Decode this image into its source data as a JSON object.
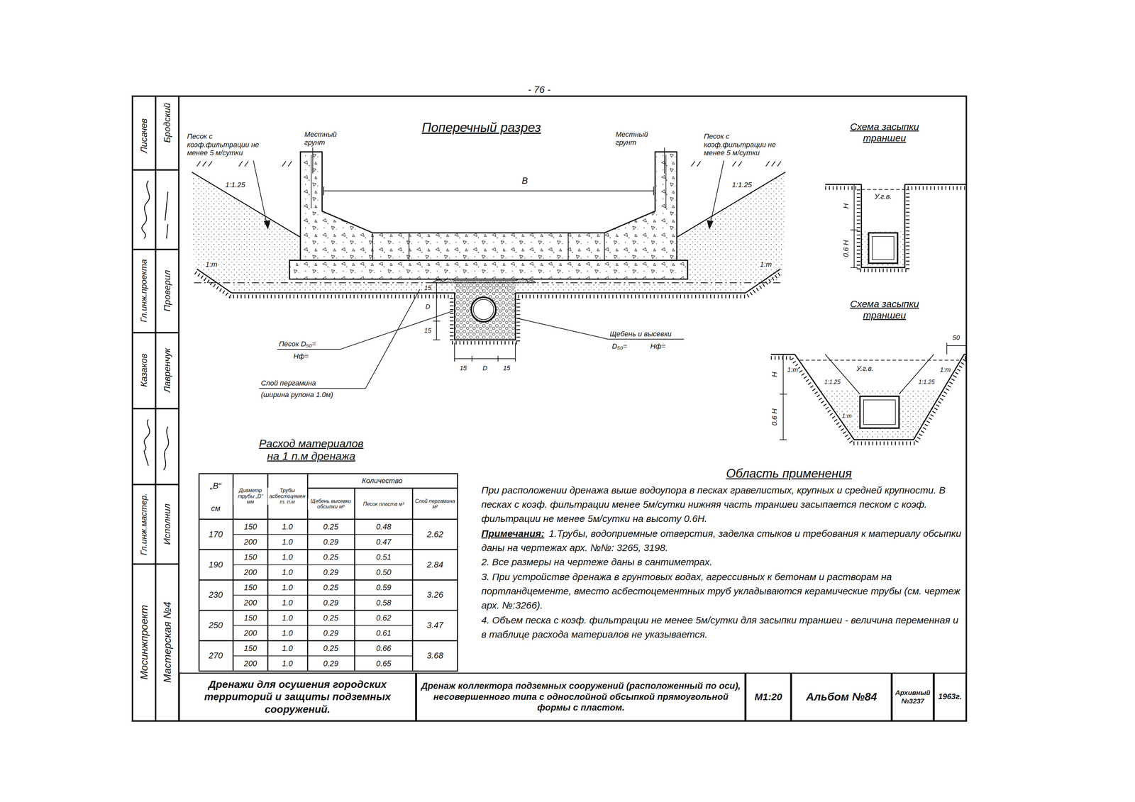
{
  "diagram": {
    "nodes": [
      {
        "text": [
          "Дренажи для осушения городских территорий и защиты подземных сооружений."
        ]
      },
      {
        "text": [
          "Дренаж коллектора подземных сооружений (расположенный по оси), несовершенного типа с однослойной обсыпкой прямоугольной формы с пластом."
        ]
      },
      {
        "text": [
          "М1:20"
        ]
      },
      {
        "text": [
          "Альбом №84"
        ]
      },
      {
        "text": [
          "Архивный №3237"
        ]
      },
      {
        "text": [
          "1963г."
        ]
      }
    ],
    "labels": [
      "- 76 -",
      "Лисачев",
      "Бродский",
      "Гл.инж.проекта",
      "Проверил",
      "Казаков",
      "Лавренчук",
      "Гл.инж.мастер.",
      "Исполнил",
      "Мосинжпроект",
      "Мастерская №4",
      "Поперечный разрез",
      "Песок с коэф.фильтрации не менее 5 м/сутки",
      "Местный грунт",
      "Местный грунт",
      "Песок с коэф.фильтрации не менее 5 м/сутки",
      "1:1.25",
      "1:1.25",
      "В",
      "1:m",
      "1:m",
      "15",
      "D",
      "15",
      "15",
      "D",
      "15",
      "Песок D₅₀=",
      "Нф=",
      "Щебень и высевки",
      "D₅₀=",
      "Нф=",
      "Слой пергамина",
      "(ширина рулона 1.0м)",
      "Схема засыпки траншеи",
      "У.г.в.",
      "Н",
      "0.6 Н",
      "Схема засыпки траншеи",
      "50",
      "У.г.в.",
      "1:m",
      "1:1.25",
      "1:m",
      "1:1.25",
      "1:m",
      "Н",
      "0.6 Н",
      "Расход материалов на 1 п.м дренажа",
      "„В“",
      "см",
      "Диаметр трубы „D“ мм",
      "Трубы асбестоцемент. п.м",
      "Количество",
      "Щебень высевки обсыпки м³",
      "Песок пласта м³",
      "Слой пергамина м²",
      "170",
      "150",
      "1.0",
      "0.25",
      "0.48",
      "200",
      "1.0",
      "0.29",
      "0.47",
      "2.62",
      "190",
      "150",
      "1.0",
      "0.25",
      "0.51",
      "200",
      "1.0",
      "0.29",
      "0.50",
      "2.84",
      "230",
      "150",
      "1.0",
      "0.25",
      "0.59",
      "200",
      "1.0",
      "0.29",
      "0.58",
      "3.26",
      "250",
      "150",
      "1.0",
      "0.25",
      "0.62",
      "200",
      "1.0",
      "0.29",
      "0.61",
      "3.47",
      "270",
      "150",
      "1.0",
      "0.25",
      "0.66",
      "200",
      "1.0",
      "0.29",
      "0.65",
      "3.68",
      "Область применения",
      "При расположении дренажа выше водоупора в песках гравелистых, крупных и средней крупности. В песках с коэф. фильтрации менее 5м/сутки нижняя часть траншеи засыпается песком с коэф. фильтрации не менее 5м/сутки на высоту 0.6Н.",
      "Примечания:",
      "1.Трубы, водоприемные отверстия, заделка стыков и требования к материалу обсыпки даны на чертежах арх. №№: 3265, 3198.",
      "2. Все размеры на чертеже даны в сантиметрах.",
      "3. При устройстве дренажа в грунтовых водах, агрессивных к бетонам и растворам на портландцементе, вместо асбестоцементных труб укладываются керамические трубы (см. чертеж арх. №:3266).",
      "4. Объем песка с коэф. фильтрации не менее 5м/сутки для засыпки траншеи - величина переменная и в таблице расхода материалов не указывается."
    ]
  }
}
